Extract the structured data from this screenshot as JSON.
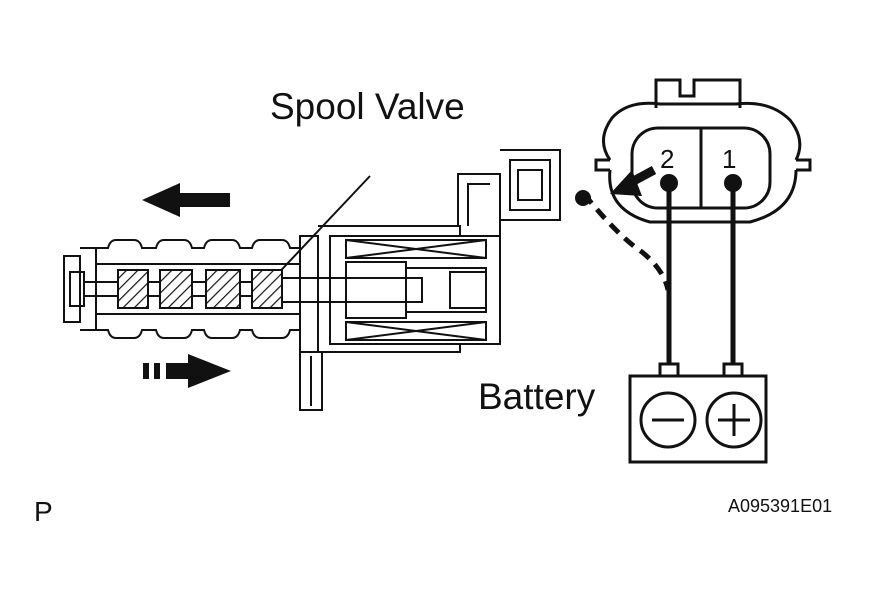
{
  "labels": {
    "spool_valve": "Spool Valve",
    "battery": "Battery",
    "view_letter": "P",
    "figure_code": "A095391E01"
  },
  "connector": {
    "pin_2": "2",
    "pin_1": "1"
  },
  "battery_terminals": {
    "negative": "−",
    "positive": "+"
  },
  "colors": {
    "ink": "#111111",
    "background": "#ffffff"
  }
}
